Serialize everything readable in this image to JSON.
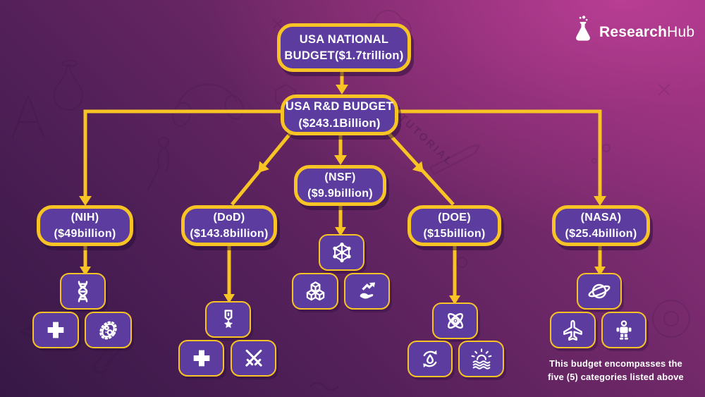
{
  "brand": {
    "bold": "Research",
    "regular": "Hub",
    "logo_icon": "flask-icon"
  },
  "colors": {
    "accent_yellow": "#F7C325",
    "node_purple": "#5C3D9F",
    "bg_magenta_top_right": "#9C3382",
    "bg_dark_bottom_left": "#361845",
    "text": "#FFFFFF"
  },
  "tree": {
    "root": {
      "line1": "USA NATIONAL",
      "line2": "BUDGET($1.7trillion)"
    },
    "rnd": {
      "line1": "USA R&D BUDGET",
      "line2": "($243.1Billion)"
    },
    "categories": [
      {
        "id": "nih",
        "line1": "(NIH)",
        "line2": "($49billion)",
        "icons": [
          "dna-icon",
          "medical-cross-icon",
          "bacteria-icon"
        ]
      },
      {
        "id": "dod",
        "line1": "(DoD)",
        "line2": "($143.8billion)",
        "icons": [
          "medal-icon",
          "medical-cross-icon",
          "crossed-swords-icon"
        ]
      },
      {
        "id": "nsf",
        "line1": "(NSF)",
        "line2": "($9.9billion)",
        "icons": [
          "network-icon",
          "cubes-icon",
          "hand-arrow-icon"
        ]
      },
      {
        "id": "doe",
        "line1": "(DOE)",
        "line2": "($15billion)",
        "icons": [
          "atom-icon",
          "water-recycle-icon",
          "sun-waves-icon"
        ]
      },
      {
        "id": "nasa",
        "line1": "(NASA)",
        "line2": "($25.4billion)",
        "icons": [
          "planet-icon",
          "airplane-icon",
          "robot-icon"
        ]
      }
    ]
  },
  "footnote": {
    "line1": "This budget encompasses  the",
    "line2": "five (5)  categories listed above"
  },
  "background_watermark": "TUTORIAL"
}
